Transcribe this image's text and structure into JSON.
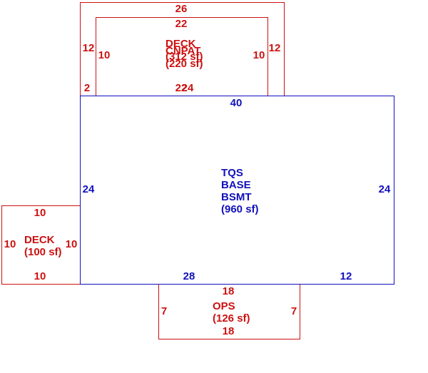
{
  "colors": {
    "red": "#cc1111",
    "blue": "#1111bb",
    "background": "#ffffff"
  },
  "areas": {
    "deck_top": {
      "name": "DECK",
      "area": "(312 sf)"
    },
    "cnpat": {
      "name": "CNPAT",
      "area": "(220 sf)"
    },
    "base": {
      "lines": [
        "TQS",
        "BASE",
        "BSMT"
      ],
      "area": "(960 sf)"
    },
    "deck_left": {
      "name": "DECK",
      "area": "(100 sf)"
    },
    "ops": {
      "name": "OPS",
      "area": "(126 sf)"
    }
  },
  "dims": {
    "deck_top_top": "26",
    "deck_top_left": "12",
    "deck_top_right": "12",
    "deck_top_bottom_left": "2",
    "deck_top_bottom_mid": "24",
    "cnpat_top": "22",
    "cnpat_left": "10",
    "cnpat_right": "10",
    "cnpat_bottom": "22",
    "base_top": "40",
    "base_left": "24",
    "base_right": "24",
    "base_bottom_left": "28",
    "base_bottom_right": "12",
    "deck_left_top": "10",
    "deck_left_left": "10",
    "deck_left_right": "10",
    "deck_left_bottom": "10",
    "ops_top": "18",
    "ops_left": "7",
    "ops_right": "7",
    "ops_bottom": "18"
  }
}
